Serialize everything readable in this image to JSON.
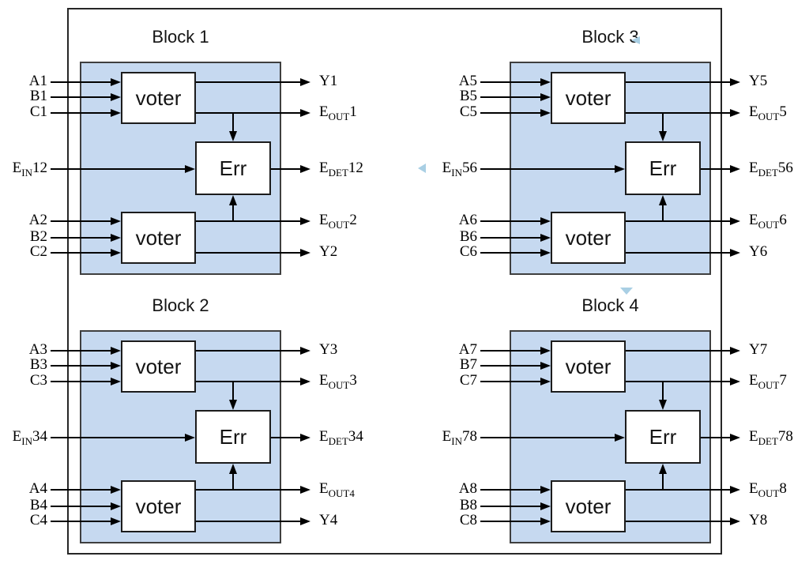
{
  "diagram": {
    "style": {
      "block_fill": "#c6d9f0",
      "block_border": "#3f3f3f",
      "line_color": "#000000",
      "artifact_color": "#a9cfe4",
      "outer_border": "#262626"
    },
    "blocks": [
      {
        "title": "Block 1",
        "voter_top": "voter",
        "voter_bottom": "voter",
        "err": "Err",
        "inputs_top": [
          {
            "base": "A1",
            "sub": "",
            "suffix": ""
          },
          {
            "base": "B1",
            "sub": "",
            "suffix": ""
          },
          {
            "base": "C1",
            "sub": "",
            "suffix": ""
          }
        ],
        "err_input": {
          "base": "E",
          "sub": "IN",
          "suffix": "12"
        },
        "inputs_bottom": [
          {
            "base": "A2",
            "sub": "",
            "suffix": ""
          },
          {
            "base": "B2",
            "sub": "",
            "suffix": ""
          },
          {
            "base": "C2",
            "sub": "",
            "suffix": ""
          }
        ],
        "outputs": [
          {
            "base": "Y1",
            "sub": "",
            "suffix": ""
          },
          {
            "base": "E",
            "sub": "OUT",
            "suffix": "1"
          },
          {
            "base": "E",
            "sub": "DET",
            "suffix": "12"
          },
          {
            "base": "E",
            "sub": "OUT",
            "suffix": "2"
          },
          {
            "base": "Y2",
            "sub": "",
            "suffix": ""
          }
        ]
      },
      {
        "title": "Block 2",
        "voter_top": "voter",
        "voter_bottom": "voter",
        "err": "Err",
        "inputs_top": [
          {
            "base": "A3",
            "sub": "",
            "suffix": ""
          },
          {
            "base": "B3",
            "sub": "",
            "suffix": ""
          },
          {
            "base": "C3",
            "sub": "",
            "suffix": ""
          }
        ],
        "err_input": {
          "base": "E",
          "sub": "IN",
          "suffix": "34"
        },
        "inputs_bottom": [
          {
            "base": "A4",
            "sub": "",
            "suffix": ""
          },
          {
            "base": "B4",
            "sub": "",
            "suffix": ""
          },
          {
            "base": "C4",
            "sub": "",
            "suffix": ""
          }
        ],
        "outputs": [
          {
            "base": "Y3",
            "sub": "",
            "suffix": ""
          },
          {
            "base": "E",
            "sub": "OUT",
            "suffix": "3"
          },
          {
            "base": "E",
            "sub": "DET",
            "suffix": "34"
          },
          {
            "base": "E",
            "sub": "OUT4",
            "suffix": ""
          },
          {
            "base": "Y4",
            "sub": "",
            "suffix": ""
          }
        ]
      },
      {
        "title": "Block 3",
        "voter_top": "voter",
        "voter_bottom": "voter",
        "err": "Err",
        "inputs_top": [
          {
            "base": "A5",
            "sub": "",
            "suffix": ""
          },
          {
            "base": "B5",
            "sub": "",
            "suffix": ""
          },
          {
            "base": "C5",
            "sub": "",
            "suffix": ""
          }
        ],
        "err_input": {
          "base": "E",
          "sub": "IN",
          "suffix": "56"
        },
        "inputs_bottom": [
          {
            "base": "A6",
            "sub": "",
            "suffix": ""
          },
          {
            "base": "B6",
            "sub": "",
            "suffix": ""
          },
          {
            "base": "C6",
            "sub": "",
            "suffix": ""
          }
        ],
        "outputs": [
          {
            "base": "Y5",
            "sub": "",
            "suffix": ""
          },
          {
            "base": "E",
            "sub": "OUT",
            "suffix": "5"
          },
          {
            "base": "E",
            "sub": "DET",
            "suffix": "56"
          },
          {
            "base": "E",
            "sub": "OUT",
            "suffix": "6"
          },
          {
            "base": "Y6",
            "sub": "",
            "suffix": ""
          }
        ]
      },
      {
        "title": "Block 4",
        "voter_top": "voter",
        "voter_bottom": "voter",
        "err": "Err",
        "inputs_top": [
          {
            "base": "A7",
            "sub": "",
            "suffix": ""
          },
          {
            "base": "B7",
            "sub": "",
            "suffix": ""
          },
          {
            "base": "C7",
            "sub": "",
            "suffix": ""
          }
        ],
        "err_input": {
          "base": "E",
          "sub": "IN",
          "suffix": "78"
        },
        "inputs_bottom": [
          {
            "base": "A8",
            "sub": "",
            "suffix": ""
          },
          {
            "base": "B8",
            "sub": "",
            "suffix": ""
          },
          {
            "base": "C8",
            "sub": "",
            "suffix": ""
          }
        ],
        "outputs": [
          {
            "base": "Y7",
            "sub": "",
            "suffix": ""
          },
          {
            "base": "E",
            "sub": "OUT",
            "suffix": "7"
          },
          {
            "base": "E",
            "sub": "DET",
            "suffix": "78"
          },
          {
            "base": "E",
            "sub": "OUT",
            "suffix": "8"
          },
          {
            "base": "Y8",
            "sub": "",
            "suffix": ""
          }
        ]
      }
    ],
    "artifacts": [
      {
        "name": "left-wedge-near-block3-title"
      },
      {
        "name": "left-triangle-near-ein56"
      },
      {
        "name": "down-triangle-above-block4-title"
      }
    ]
  }
}
